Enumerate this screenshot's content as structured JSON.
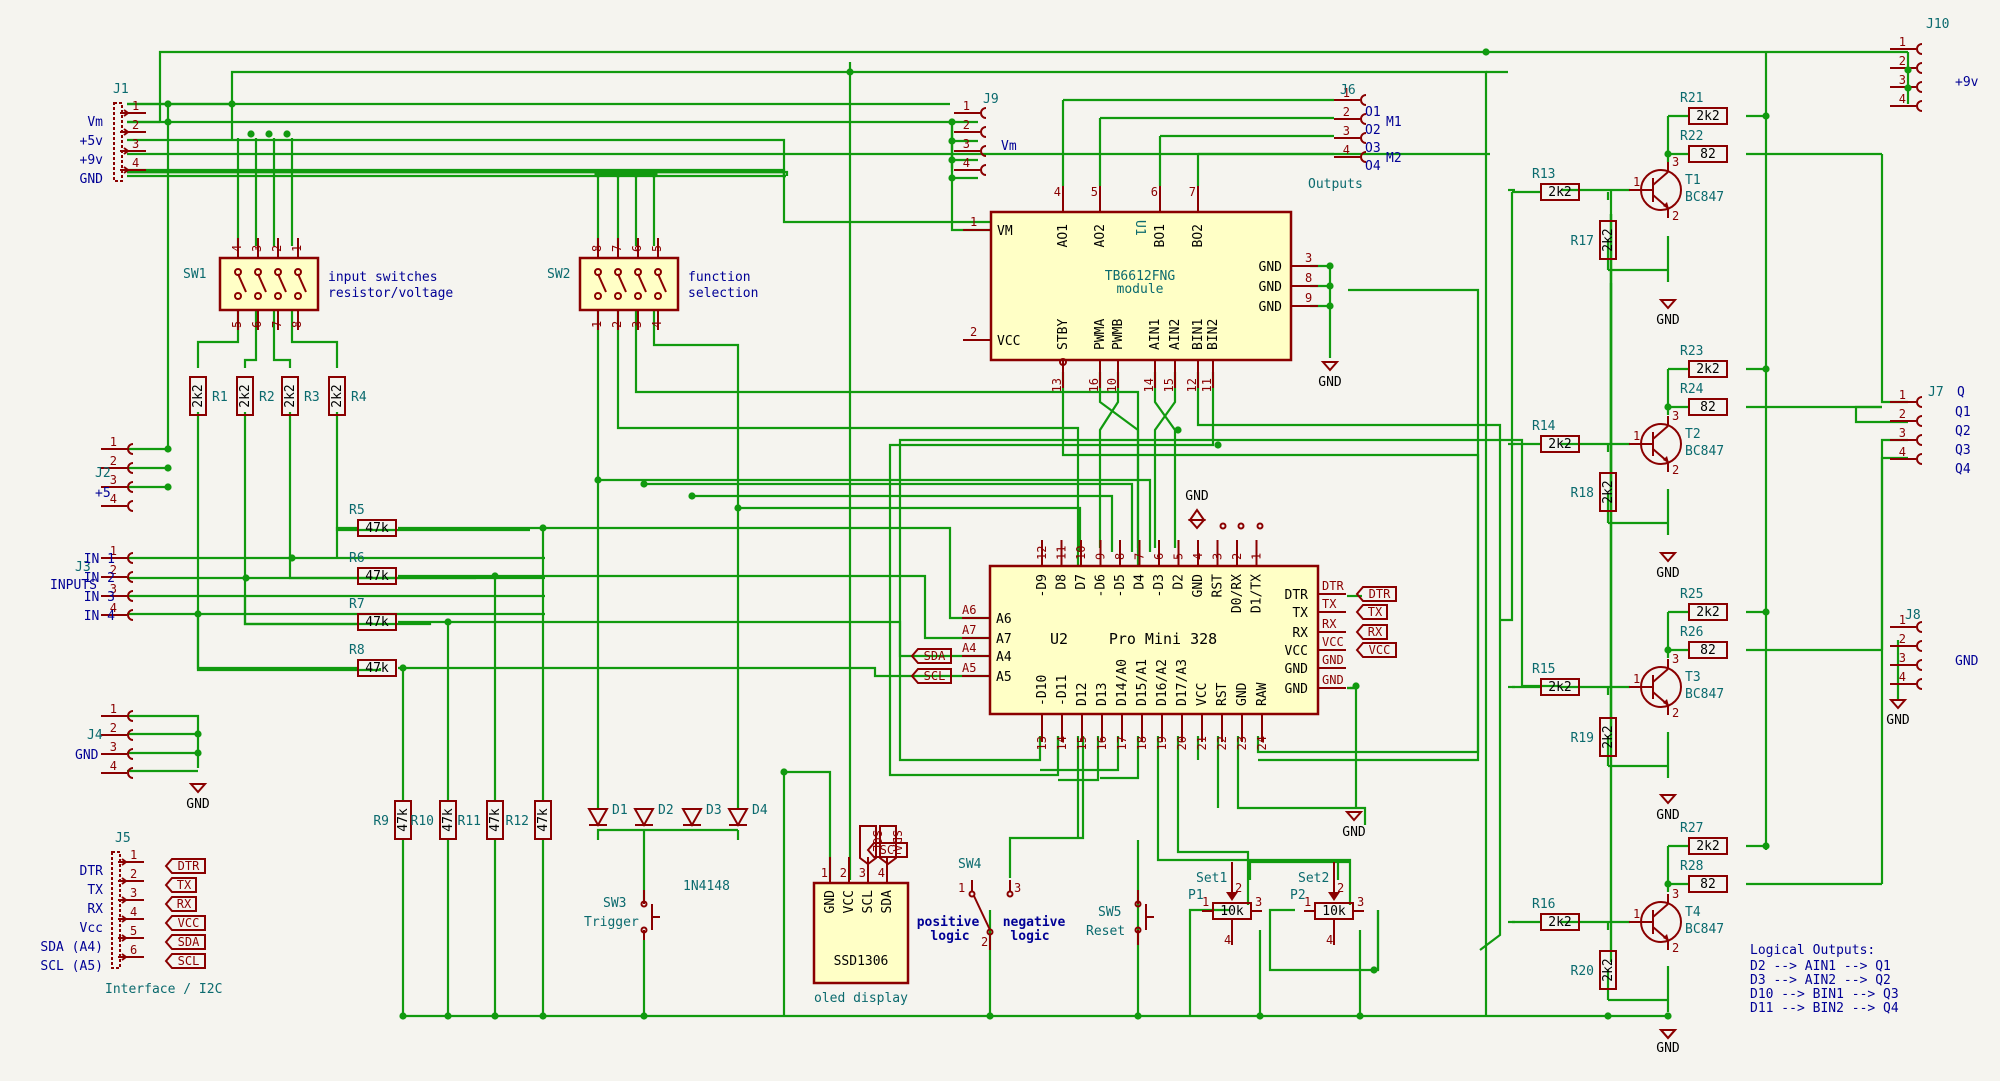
{
  "connectors": {
    "j1": {
      "ref": "J1",
      "pins": [
        "1",
        "2",
        "3",
        "4"
      ],
      "labels": [
        "Vm",
        "+5v",
        "+9v",
        "GND"
      ]
    },
    "j2": {
      "ref": "J2",
      "pins": [
        "1",
        "2",
        "3",
        "4"
      ],
      "label": "+5"
    },
    "j3": {
      "ref": "J3",
      "pins": [
        "1",
        "2",
        "3",
        "4"
      ],
      "label": "INPUTS",
      "labels": [
        "IN 1",
        "IN 2",
        "IN 3",
        "IN 4"
      ]
    },
    "j4": {
      "ref": "J4",
      "pins": [
        "1",
        "2",
        "3",
        "4"
      ],
      "label": "GND"
    },
    "j5": {
      "ref": "J5",
      "pins": [
        "1",
        "2",
        "3",
        "4",
        "5",
        "6"
      ],
      "labels": [
        "DTR",
        "TX",
        "RX",
        "Vcc",
        "SDA (A4)",
        "SCL (A5)"
      ],
      "flags": [
        "DTR",
        "TX",
        "RX",
        "VCC",
        "SDA",
        "SCL"
      ],
      "caption": "Interface / I2C"
    },
    "j6": {
      "ref": "J6",
      "pins": [
        "1",
        "2",
        "3",
        "4"
      ],
      "labels": [
        "O1",
        "O2",
        "O3",
        "O4"
      ],
      "motors": [
        "M1",
        "M2"
      ],
      "caption": "Outputs"
    },
    "j7": {
      "ref": "J7",
      "title": "Q",
      "pins": [
        "1",
        "2",
        "3",
        "4"
      ],
      "labels": [
        "Q1",
        "Q2",
        "Q3",
        "Q4"
      ]
    },
    "j8": {
      "ref": "J8",
      "pins": [
        "1",
        "2",
        "3",
        "4"
      ],
      "label": "GND"
    },
    "j9": {
      "ref": "J9",
      "pins": [
        "1",
        "2",
        "3",
        "4"
      ],
      "label": "Vm"
    },
    "j10": {
      "ref": "J10",
      "pins": [
        "1",
        "2",
        "3",
        "4"
      ],
      "label": "+9v"
    }
  },
  "switches": {
    "sw1": {
      "ref": "SW1",
      "pins_top": [
        "4",
        "3",
        "2",
        "1"
      ],
      "pins_bottom": [
        "5",
        "6",
        "7",
        "8"
      ],
      "desc": [
        "input switches",
        "resistor/voltage"
      ]
    },
    "sw2": {
      "ref": "SW2",
      "pins_top": [
        "8",
        "7",
        "6",
        "5"
      ],
      "pins_bottom": [
        "1",
        "2",
        "3",
        "4"
      ],
      "desc": [
        "function",
        "selection"
      ]
    },
    "sw3": {
      "ref": "SW3",
      "label": "Trigger"
    },
    "sw4": {
      "ref": "SW4",
      "pins": [
        "1",
        "2",
        "3"
      ],
      "left": [
        "positive",
        "logic"
      ],
      "right": [
        "negative",
        "logic"
      ]
    },
    "sw5": {
      "ref": "SW5",
      "label": "Reset"
    }
  },
  "resistors": {
    "r1": {
      "ref": "R1",
      "value": "2k2"
    },
    "r2": {
      "ref": "R2",
      "value": "2k2"
    },
    "r3": {
      "ref": "R3",
      "value": "2k2"
    },
    "r4": {
      "ref": "R4",
      "value": "2k2"
    },
    "r5": {
      "ref": "R5",
      "value": "47k"
    },
    "r6": {
      "ref": "R6",
      "value": "47k"
    },
    "r7": {
      "ref": "R7",
      "value": "47k"
    },
    "r8": {
      "ref": "R8",
      "value": "47k"
    },
    "r9": {
      "ref": "R9",
      "value": "47k"
    },
    "r10": {
      "ref": "R10",
      "value": "47k"
    },
    "r11": {
      "ref": "R11",
      "value": "47k"
    },
    "r12": {
      "ref": "R12",
      "value": "47k"
    },
    "r13": {
      "ref": "R13",
      "value": "2k2"
    },
    "r14": {
      "ref": "R14",
      "value": "2k2"
    },
    "r15": {
      "ref": "R15",
      "value": "2k2"
    },
    "r16": {
      "ref": "R16",
      "value": "2k2"
    },
    "r17": {
      "ref": "R17",
      "value": "2k2"
    },
    "r18": {
      "ref": "R18",
      "value": "2k2"
    },
    "r19": {
      "ref": "R19",
      "value": "2k2"
    },
    "r20": {
      "ref": "R20",
      "value": "2k2"
    },
    "r21": {
      "ref": "R21",
      "value": "2k2"
    },
    "r22": {
      "ref": "R22",
      "value": "82"
    },
    "r23": {
      "ref": "R23",
      "value": "2k2"
    },
    "r24": {
      "ref": "R24",
      "value": "82"
    },
    "r25": {
      "ref": "R25",
      "value": "2k2"
    },
    "r26": {
      "ref": "R26",
      "value": "82"
    },
    "r27": {
      "ref": "R27",
      "value": "2k2"
    },
    "r28": {
      "ref": "R28",
      "value": "82"
    }
  },
  "diodes": {
    "refs": [
      "D1",
      "D2",
      "D3",
      "D4"
    ],
    "value": "1N4148"
  },
  "transistors": [
    {
      "ref": "T1",
      "value": "BC847",
      "pins": [
        "1",
        "3",
        "2"
      ]
    },
    {
      "ref": "T2",
      "value": "BC847",
      "pins": [
        "1",
        "3",
        "2"
      ]
    },
    {
      "ref": "T3",
      "value": "BC847",
      "pins": [
        "1",
        "3",
        "2"
      ]
    },
    {
      "ref": "T4",
      "value": "BC847",
      "pins": [
        "1",
        "3",
        "2"
      ]
    }
  ],
  "pots": [
    {
      "name": "Set1",
      "ref": "P1",
      "value": "10k",
      "pins": [
        "1",
        "2",
        "3"
      ]
    },
    {
      "name": "Set2",
      "ref": "P2",
      "value": "10k",
      "pins": [
        "1",
        "2",
        "3"
      ]
    }
  ],
  "u1": {
    "ref": "U1",
    "name": "TB6612FNG",
    "sub": "module",
    "top": [
      [
        "4",
        "AO1"
      ],
      [
        "5",
        "AO2"
      ],
      [
        "6",
        "BO1"
      ],
      [
        "7",
        "BO2"
      ]
    ],
    "left": [
      [
        "1",
        "VM"
      ],
      [
        "2",
        "VCC"
      ]
    ],
    "right": [
      [
        "3",
        "GND"
      ],
      [
        "8",
        "GND"
      ],
      [
        "9",
        "GND"
      ]
    ],
    "bottom": [
      [
        "13",
        "STBY"
      ],
      [
        "16",
        "PWMA"
      ],
      [
        "10",
        "PWMB"
      ],
      [
        "14",
        "AIN1"
      ],
      [
        "15",
        "AIN2"
      ],
      [
        "12",
        "BIN1"
      ],
      [
        "11",
        "BIN2"
      ]
    ]
  },
  "u2": {
    "ref": "U2",
    "name": "Pro Mini 328",
    "top": [
      [
        "12",
        "-D9"
      ],
      [
        "11",
        "D8"
      ],
      [
        "10",
        "D7"
      ],
      [
        "9",
        "-D6"
      ],
      [
        "8",
        "-D5"
      ],
      [
        "7",
        "D4"
      ],
      [
        "6",
        "-D3"
      ],
      [
        "5",
        "D2"
      ],
      [
        "4",
        "GND"
      ],
      [
        "3",
        "RST"
      ],
      [
        "2",
        "D0/RX"
      ],
      [
        "1",
        "D1/TX"
      ]
    ],
    "left": [
      [
        "A6",
        "A6"
      ],
      [
        "A7",
        "A7"
      ],
      [
        "A4",
        "A4"
      ],
      [
        "A5",
        "A5"
      ]
    ],
    "left_flags": [
      "SDA",
      "SCL"
    ],
    "right": [
      [
        "DTR",
        "DTR"
      ],
      [
        "TX",
        "TX"
      ],
      [
        "RX",
        "RX"
      ],
      [
        "VCC",
        "VCC"
      ],
      [
        "GND",
        "GND"
      ],
      [
        "GND",
        "GND"
      ]
    ],
    "bottom": [
      [
        "13",
        "-D10"
      ],
      [
        "14",
        "-D11"
      ],
      [
        "15",
        "D12"
      ],
      [
        "16",
        "D13"
      ],
      [
        "17",
        "D14/A0"
      ],
      [
        "18",
        "D15/A1"
      ],
      [
        "19",
        "D16/A2"
      ],
      [
        "20",
        "D17/A3"
      ],
      [
        "21",
        "VCC"
      ],
      [
        "22",
        "RST"
      ],
      [
        "23",
        "GND"
      ],
      [
        "24",
        "RAW"
      ]
    ]
  },
  "oled": {
    "name": "SSD1306",
    "caption": "oled display",
    "pins": [
      [
        "1",
        "GND"
      ],
      [
        "2",
        "VCC"
      ],
      [
        "3",
        "SCL"
      ],
      [
        "4",
        "SDA"
      ]
    ],
    "flags": [
      "SCL",
      "SDA"
    ]
  },
  "power": {
    "gnd": "GND"
  },
  "notes": {
    "title": "Logical Outputs:",
    "lines": [
      "D2  --> AIN1 --> Q1",
      "D3  --> AIN2 --> Q2",
      "D10 --> BIN1 --> Q3",
      "D11 --> BIN2 --> Q4"
    ]
  },
  "colors": {
    "wire": "#119a0f",
    "part": "#8a0000",
    "fill": "#ffffc6",
    "ref": "#0b6a6e",
    "net": "#000095",
    "background": "#f5f4ef"
  }
}
